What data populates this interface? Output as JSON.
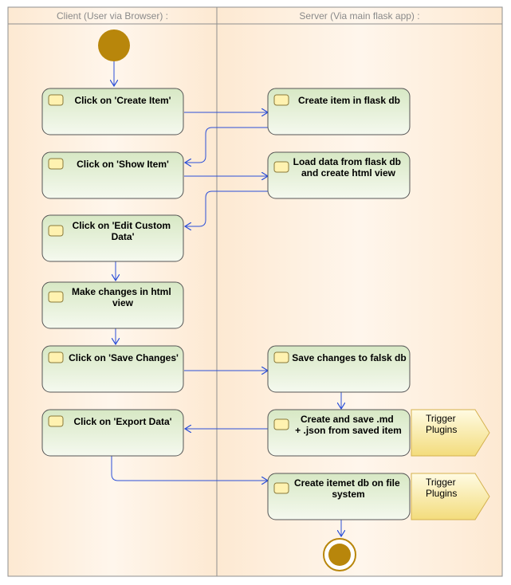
{
  "lanes": [
    {
      "id": "client",
      "title": "Client (User via Browser) :"
    },
    {
      "id": "server",
      "title": "Server (Via main flask app) :"
    }
  ],
  "activities": [
    {
      "id": "create-item-click",
      "lines": [
        "Click on 'Create Item'"
      ]
    },
    {
      "id": "create-item-db",
      "lines": [
        "Create item in flask db"
      ]
    },
    {
      "id": "show-item-click",
      "lines": [
        "Click on 'Show Item'"
      ]
    },
    {
      "id": "load-data",
      "lines": [
        "Load data from flask db",
        "and create html view"
      ]
    },
    {
      "id": "edit-custom-click",
      "lines": [
        "Click on 'Edit Custom",
        "Data'"
      ]
    },
    {
      "id": "make-changes",
      "lines": [
        "Make changes in html",
        "view"
      ]
    },
    {
      "id": "save-changes-click",
      "lines": [
        "Click on 'Save Changes'"
      ]
    },
    {
      "id": "save-changes-db",
      "lines": [
        "Save changes to falsk db"
      ]
    },
    {
      "id": "export-click",
      "lines": [
        "Click on 'Export Data'"
      ]
    },
    {
      "id": "create-save-md",
      "lines": [
        "Create and save .md",
        "+ .json from saved item"
      ]
    },
    {
      "id": "create-itemet",
      "lines": [
        "Create itemet db on file",
        "system"
      ]
    }
  ],
  "signals": [
    {
      "id": "trigger-plugins-1",
      "lines": [
        "Trigger",
        "Plugins"
      ]
    },
    {
      "id": "trigger-plugins-2",
      "lines": [
        "Trigger",
        "Plugins"
      ]
    }
  ],
  "colors": {
    "laneFill": "#fdf1e3",
    "laneBorder": "#8f8f8f",
    "activityFillTop": "#d7e8c4",
    "activityFillBottom": "#f3f8ec",
    "activityBorder": "#555555",
    "startNode": "#b8860b",
    "arrow": "#2b4fd8",
    "signalFillTop": "#fff6cc",
    "signalFillBottom": "#f3dc7c",
    "signalBorder": "#d4b14e"
  }
}
